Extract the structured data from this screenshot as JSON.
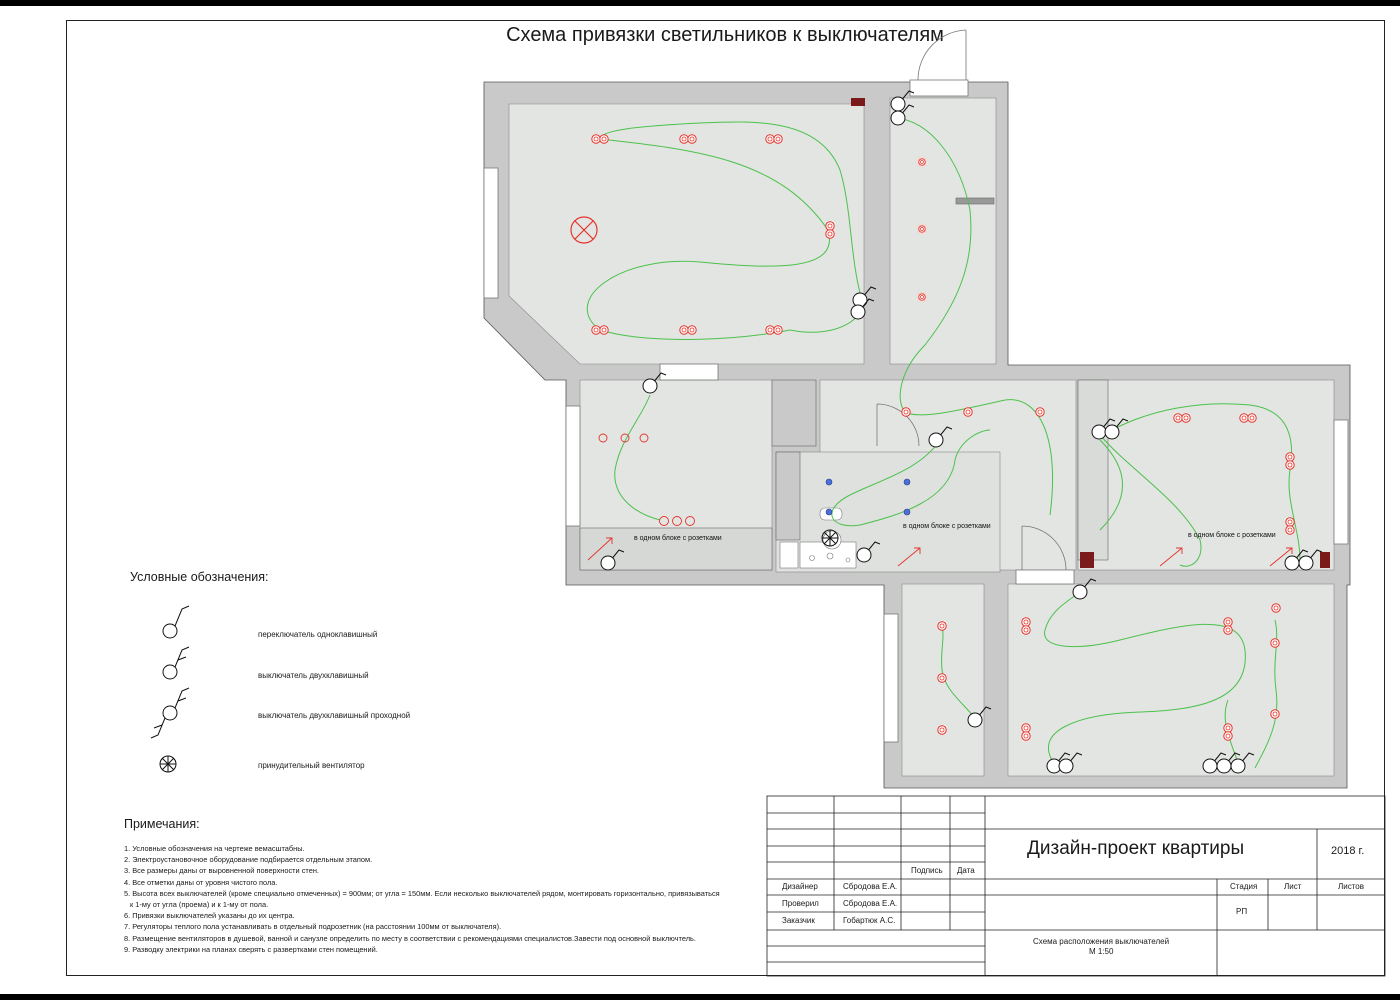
{
  "title": "Схема привязки светильников к выключателям",
  "plan_labels": {
    "note_left": "в одном блоке с розетками",
    "note_center": "в одном блоке с розетками",
    "note_right": "в одном блоке с розетками"
  },
  "legend": {
    "heading": "Условные обозначения:",
    "items": [
      {
        "label": "переключатель одноклавишный",
        "icon": "single-key-switch-icon"
      },
      {
        "label": "выключатель двухклавишный",
        "icon": "double-key-switch-icon"
      },
      {
        "label": "выключатель двухклавишный проходной",
        "icon": "double-key-passthrough-switch-icon"
      },
      {
        "label": "принудительный вентилятор",
        "icon": "fan-icon"
      }
    ]
  },
  "notes": {
    "heading": "Примечания:",
    "items": [
      "1. Условные обозначения на чертеже вемасштабны.",
      "2. Электроустановочное оборудование подбирается отдельным этапом.",
      "3. Все размеры даны от выровненной поверхности стен.",
      "4. Все отметки даны от уровня чистого пола.",
      "5. Высота всех выключателей (кроме специально отмеченных) = 900мм; от угла = 150мм. Если несколько выключателей рядом, монтировать горизонтально, привязываться",
      "к 1-му от угла (проема) и к 1-му от пола.",
      "6. Привязки выключателей указаны до их центра.",
      "7. Регуляторы теплого пола устанавливать в отдельный подрозетник (на расстоянии 100мм от выключателя).",
      "8. Размещение вентиляторов в душевой, ванной и санузле определить по месту в соответствии с рекомендациями специалистов.Завести под основной выключтель.",
      "9. Разводку электрики на планах сверять с развертками стен помещений."
    ]
  },
  "title_block": {
    "project_title": "Дизайн-проект квартиры",
    "year": "2018 г.",
    "col_signature": "Подпись",
    "col_date": "Дата",
    "role_designer": "Дизайнер",
    "name_designer": "Сбродова Е.А.",
    "role_checked": "Проверил",
    "name_checked": "Сбродова Е.А.",
    "role_client": "Заказчик",
    "name_client": "Гобартюк А.С.",
    "col_stage": "Стадия",
    "col_sheet": "Лист",
    "col_sheets": "Листов",
    "stage_value": "РП",
    "sheet_name": "Схема расположения выключателей",
    "scale": "М 1:50"
  },
  "colors": {
    "wall": "#c9c9c9",
    "room": "#e3e5e3",
    "wire": "#4cc14c",
    "fixture": "#e5332a",
    "fan_dot": "#4b6fd6",
    "accent_dark": "#7a1a1a"
  }
}
